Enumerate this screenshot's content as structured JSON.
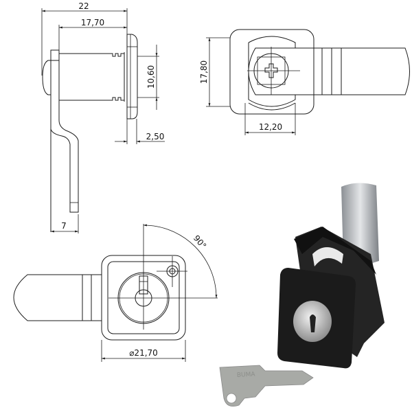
{
  "drawing": {
    "side_view": {
      "overall_length": "22",
      "body_length": "17,70",
      "body_height": "10,60",
      "flange_thickness": "2,50",
      "lever_offset": "7"
    },
    "front_view": {
      "height": "17,80",
      "width": "12,20"
    },
    "back_view": {
      "rotation": "90°",
      "diameter": "⌀21,70"
    }
  },
  "photo": {
    "key_brand": "BUMA",
    "colors": {
      "body": "#1c1c1c",
      "metal": "#b9bcc0",
      "key": "#a8aaa6"
    }
  }
}
